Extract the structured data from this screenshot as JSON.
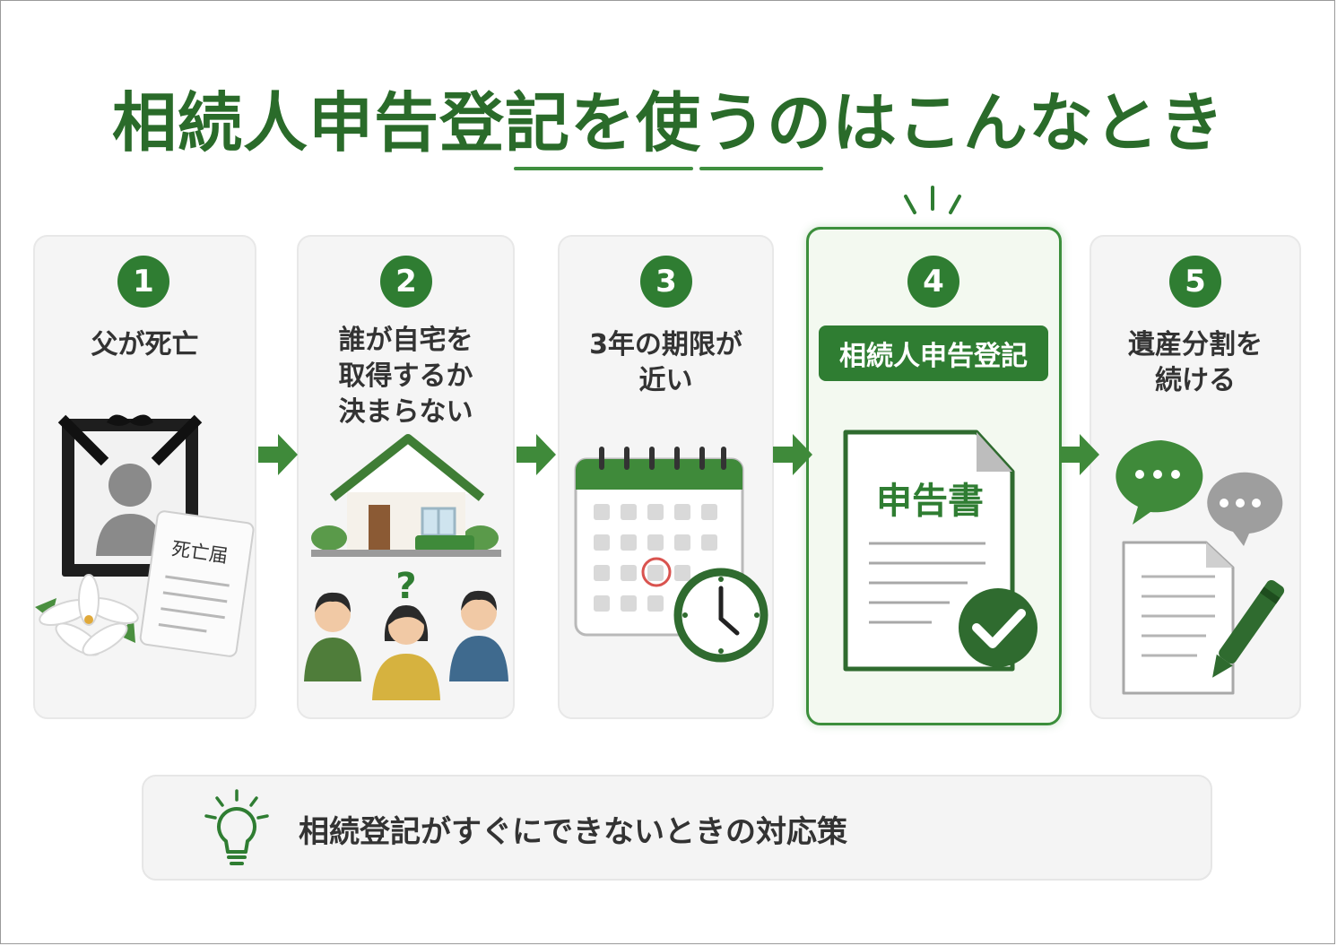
{
  "title": "相続人申告登記を使うのはこんなとき",
  "colors": {
    "accent": "#2f7d32",
    "card": "#f5f5f5",
    "highlight_border": "#3c8f3c"
  },
  "steps": [
    {
      "number": "1",
      "label": "父が死亡",
      "illustration_text": "死亡届",
      "icon": "memorial-portrait-icon"
    },
    {
      "number": "2",
      "label": "誰が自宅を\n取得するか\n決まらない",
      "icon": "house-heirs-icon",
      "question_mark": "?"
    },
    {
      "number": "3",
      "label": "3年の期限が\n近い",
      "icon": "calendar-clock-icon"
    },
    {
      "number": "4",
      "label": "相続人申告登記",
      "illustration_text": "申告書",
      "icon": "document-check-icon",
      "highlighted": true
    },
    {
      "number": "5",
      "label": "遺産分割を\n続ける",
      "icon": "chat-document-pen-icon"
    }
  ],
  "tip": {
    "text": "相続登記がすぐにできないときの対応策",
    "icon": "lightbulb-icon"
  }
}
